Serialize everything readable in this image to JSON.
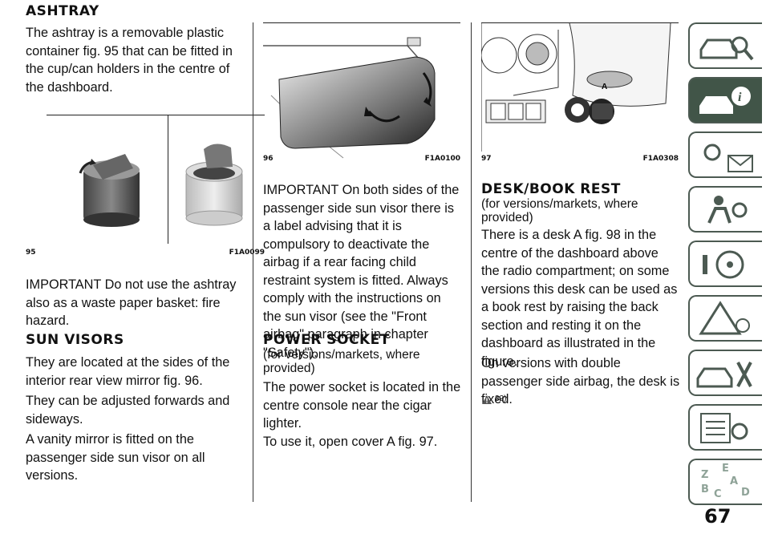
{
  "col1": {
    "ashtray_heading": "ASHTRAY",
    "ashtray_text": "The ashtray is a removable plastic container fig. 95 that can be fitted in the cup/can holders in the centre of the dashboard.",
    "fig_num": "95",
    "fig_code": "F1A0099",
    "important_text": "IMPORTANT Do not use the ashtray also as a waste paper basket: fire hazard.",
    "visors_heading": "SUN VISORS",
    "visors_p1": "They are located at the sides of the interior rear view mirror fig. 96.",
    "visors_p2": "They can be adjusted forwards and sideways.",
    "visors_p3": "A vanity mirror is fitted on the passenger side sun visor on all versions."
  },
  "col2": {
    "fig_num": "96",
    "fig_code": "F1A0100",
    "important_text": "IMPORTANT On both sides of the passenger side sun visor there is a label advising that it is compulsory to deactivate the airbag if a rear facing child restraint system is fitted. Always comply with the instructions on the sun visor (see the \"Front airbag\" paragraph in chapter \"Safety\").",
    "socket_heading": "POWER SOCKET",
    "socket_sub": "(for versions/markets, where provided)",
    "socket_p1": "The power socket is located in the centre console near the cigar lighter.",
    "socket_p2": "To use it, open cover A fig. 97."
  },
  "col3": {
    "fig_num": "97",
    "fig_code": "F1A0308",
    "desk_heading": "DESK/BOOK REST",
    "desk_sub": "(for versions/markets, where provided)",
    "desk_p1": "There is a desk A fig. 98 in the centre of the dashboard above the radio compartment; on some versions this desk can be used as a book rest by raising the back section and resting it on the dashboard as illustrated in the figure.",
    "desk_p2": "On versions with double passenger side airbag, the desk is fixed.",
    "warn_ref": "32)",
    "fig_label_a": "A"
  },
  "page_number": "67",
  "sidebar_icons": [
    "car-search-icon",
    "car-info-icon",
    "lights-warning-icon",
    "safety-person-icon",
    "steering-icon",
    "breakdown-triangle-icon",
    "car-service-icon",
    "specs-list-icon",
    "alphabet-index-icon"
  ],
  "colors": {
    "tab_active": "#415548",
    "tab_border": "#4c5a52"
  }
}
